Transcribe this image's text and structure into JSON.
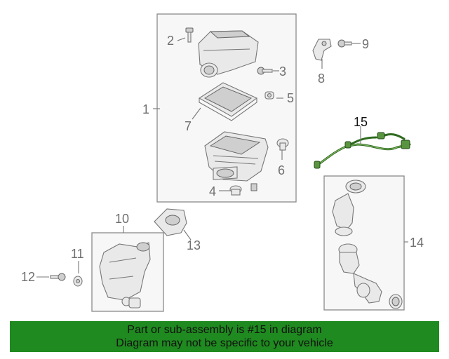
{
  "callouts": {
    "c1": "1",
    "c2": "2",
    "c3": "3",
    "c4": "4",
    "c5": "5",
    "c6": "6",
    "c7": "7",
    "c8": "8",
    "c9": "9",
    "c10": "10",
    "c11": "11",
    "c12": "12",
    "c13": "13",
    "c14": "14",
    "c15": "15"
  },
  "highlighted_part": "15",
  "banner": {
    "line1": "Part or sub-assembly is #15 in diagram",
    "line2": "Diagram may not be specific to your vehicle",
    "color": "#1f8a1f"
  },
  "colors": {
    "highlight_part": "#2e6b1f",
    "line_art": "#777777"
  }
}
